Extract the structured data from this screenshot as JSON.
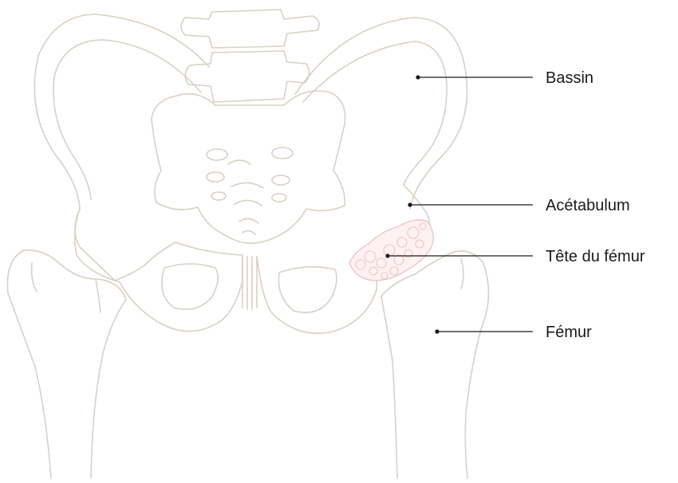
{
  "colors": {
    "bone_outline": "#d8d0c4",
    "lesion_outline": "#f0c4c4",
    "lesion_fill": "#fdf1f1",
    "leader_line": "#1a1a1a",
    "label_text": "#1a1a1a",
    "background": "#ffffff"
  },
  "labels": {
    "bassin": "Bassin",
    "acetabulum": "Acétabulum",
    "tete_du_femur": "Tête du fémur",
    "femur": "Fémur"
  }
}
